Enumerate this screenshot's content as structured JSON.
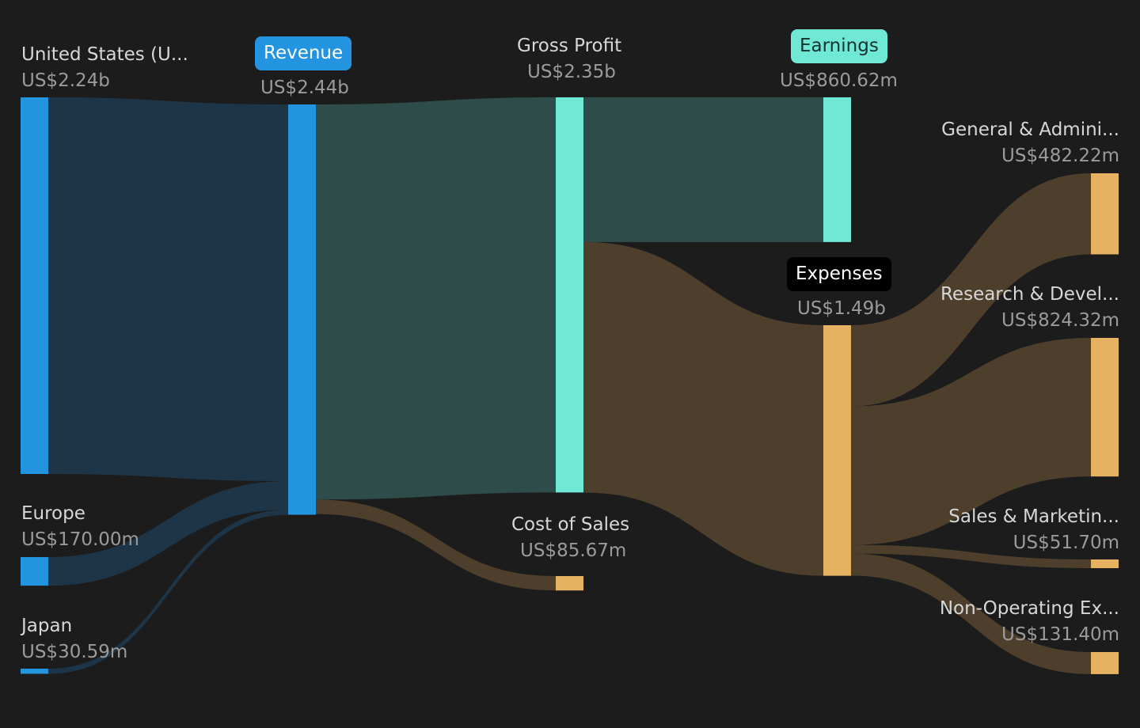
{
  "colors": {
    "background": "#1c1c1c",
    "revenue_node": "#2394e0",
    "revenue_link": "#1e3547",
    "profit_node": "#6fe8d6",
    "profit_link": "#2e4d4a",
    "expense_node": "#e5b262",
    "expense_link": "#4e3f2c"
  },
  "chart_data": {
    "type": "sankey",
    "currency": "US$",
    "nodes": [
      {
        "id": "us",
        "name": "United States (U...",
        "value_label": "US$2.24b",
        "value": 2240,
        "color": "revenue",
        "style": "plain"
      },
      {
        "id": "europe",
        "name": "Europe",
        "value_label": "US$170.00m",
        "value": 170.0,
        "color": "revenue",
        "style": "plain"
      },
      {
        "id": "japan",
        "name": "Japan",
        "value_label": "US$30.59m",
        "value": 30.59,
        "color": "revenue",
        "style": "plain"
      },
      {
        "id": "revenue",
        "name": "Revenue",
        "value_label": "US$2.44b",
        "value": 2440,
        "color": "revenue",
        "style": "pill"
      },
      {
        "id": "gross_profit",
        "name": "Gross Profit",
        "value_label": "US$2.35b",
        "value": 2350,
        "color": "profit",
        "style": "plain"
      },
      {
        "id": "cost_of_sales",
        "name": "Cost of Sales",
        "value_label": "US$85.67m",
        "value": 85.67,
        "color": "expense",
        "style": "plain"
      },
      {
        "id": "earnings",
        "name": "Earnings",
        "value_label": "US$860.62m",
        "value": 860.62,
        "color": "profit",
        "style": "pill"
      },
      {
        "id": "expenses",
        "name": "Expenses",
        "value_label": "US$1.49b",
        "value": 1490,
        "color": "expense",
        "style": "pill"
      },
      {
        "id": "ga",
        "name": "General & Admini...",
        "value_label": "US$482.22m",
        "value": 482.22,
        "color": "expense",
        "style": "plain"
      },
      {
        "id": "rd",
        "name": "Research & Devel...",
        "value_label": "US$824.32m",
        "value": 824.32,
        "color": "expense",
        "style": "plain"
      },
      {
        "id": "sm",
        "name": "Sales & Marketin...",
        "value_label": "US$51.70m",
        "value": 51.7,
        "color": "expense",
        "style": "plain"
      },
      {
        "id": "noe",
        "name": "Non-Operating Ex...",
        "value_label": "US$131.40m",
        "value": 131.4,
        "color": "expense",
        "style": "plain"
      }
    ],
    "links": [
      {
        "source": "us",
        "target": "revenue",
        "value": 2240
      },
      {
        "source": "europe",
        "target": "revenue",
        "value": 170.0
      },
      {
        "source": "japan",
        "target": "revenue",
        "value": 30.59
      },
      {
        "source": "revenue",
        "target": "gross_profit",
        "value": 2350
      },
      {
        "source": "revenue",
        "target": "cost_of_sales",
        "value": 85.67
      },
      {
        "source": "gross_profit",
        "target": "earnings",
        "value": 860.62
      },
      {
        "source": "gross_profit",
        "target": "expenses",
        "value": 1490
      },
      {
        "source": "expenses",
        "target": "ga",
        "value": 482.22
      },
      {
        "source": "expenses",
        "target": "rd",
        "value": 824.32
      },
      {
        "source": "expenses",
        "target": "sm",
        "value": 51.7
      },
      {
        "source": "expenses",
        "target": "noe",
        "value": 131.4
      }
    ]
  }
}
